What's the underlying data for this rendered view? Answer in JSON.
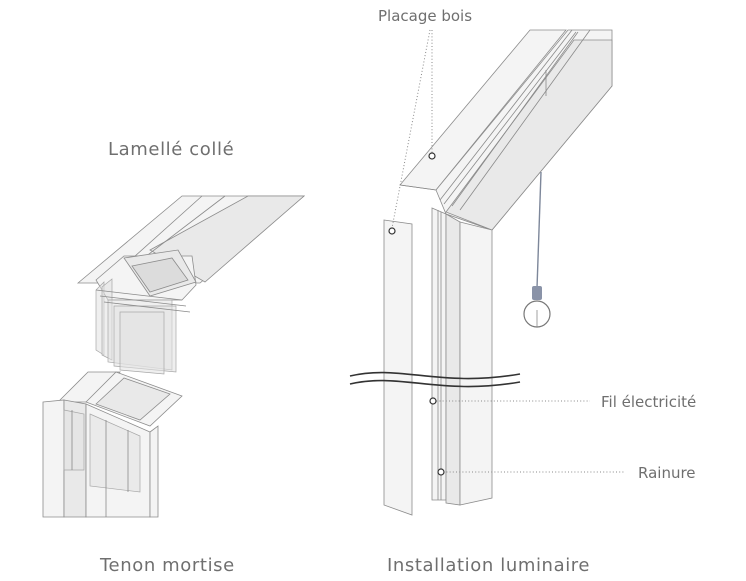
{
  "labels": {
    "placage_bois": "Placage bois",
    "lamelle_colle": "Lamellé collé",
    "fil_electricite": "Fil électricité",
    "rainure": "Rainure",
    "tenon_mortise": "Tenon mortise",
    "installation_luminaire": "Installation luminaire"
  },
  "colors": {
    "text": "#6f6f6f",
    "wire": "#7d879a",
    "socket": "#8a93a8"
  }
}
